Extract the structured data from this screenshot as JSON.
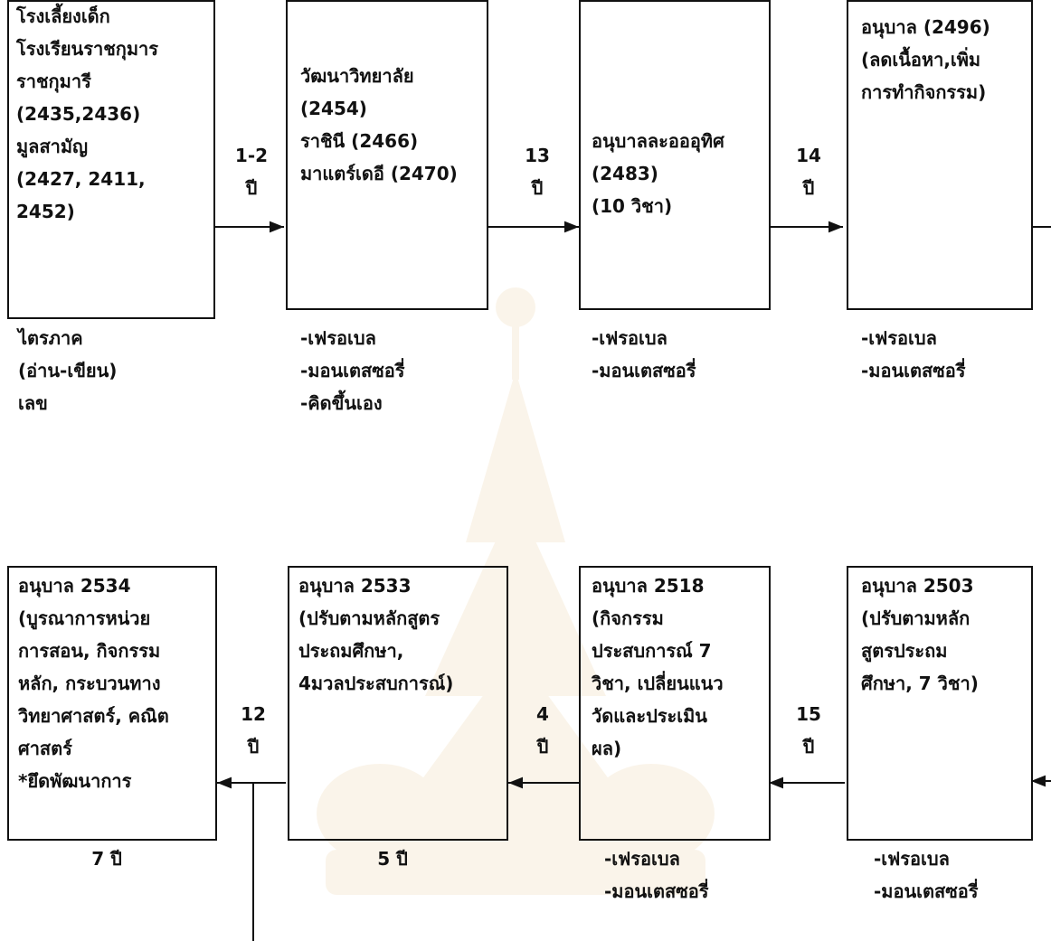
{
  "row1": {
    "box1": {
      "lines": [
        "โรงเลี้ยงเด็ก",
        "โรงเรียนราชกุมาร",
        "ราชกุมารี",
        "(2435,2436)",
        "มูลสามัญ",
        "(2427, 2411,",
        "2452)"
      ],
      "notes": [
        "ไตรภาค",
        "(อ่าน-เขียน)",
        "เลข"
      ]
    },
    "box2": {
      "lines": [
        "วัฒนาวิทยาลัย",
        "(2454)",
        "ราชินี (2466)",
        "มาแตร์เดอี (2470)"
      ],
      "notes": [
        "-เฟรอเบล",
        "-มอนเตสซอรี่",
        "-คิดขึ้นเอง"
      ]
    },
    "box3": {
      "lines": [
        "อนุบาลละอออุทิศ",
        "(2483)",
        "(10 วิชา)"
      ],
      "notes": [
        "-เฟรอเบล",
        "-มอนเตสซอรี่"
      ]
    },
    "box4": {
      "lines": [
        "อนุบาล (2496)",
        "(ลดเนื้อหา,เพิ่ม",
        "การทำกิจกรรม)"
      ],
      "notes": [
        "-เฟรอเบล",
        "-มอนเตสซอรี่"
      ]
    },
    "gap1": [
      "1-2",
      "ปี"
    ],
    "gap2": [
      "13",
      "ปี"
    ],
    "gap3": [
      "14",
      "ปี"
    ]
  },
  "row2": {
    "box5": {
      "lines": [
        "อนุบาล 2503",
        "(ปรับตามหลัก",
        "สูตรประถม",
        "ศึกษา, 7 วิชา)"
      ],
      "notes": [
        "-เฟรอเบล",
        "-มอนเตสซอรี่"
      ]
    },
    "box6": {
      "lines": [
        "อนุบาล 2518",
        "(กิจกรรม",
        "ประสบการณ์ 7",
        "วิชา, เปลี่ยนแนว",
        "วัดและประเมิน",
        "ผล)"
      ],
      "notes": [
        "-เฟรอเบล",
        "-มอนเตสซอรี่"
      ]
    },
    "box7": {
      "lines": [
        "อนุบาล 2533",
        "(ปรับตามหลักสูตร",
        "ประถมศึกษา,",
        "4มวลประสบการณ์)"
      ],
      "notes": [
        "5 ปี"
      ]
    },
    "box8": {
      "lines": [
        "อนุบาล 2534",
        "(บูรณาการหน่วย",
        "การสอน, กิจกรรม",
        "หลัก, กระบวนทาง",
        "วิทยาศาสตร์, คณิต",
        "ศาสตร์",
        "*ยึดพัฒนาการ"
      ],
      "notes": [
        "7 ปี"
      ]
    },
    "gap4": [
      "15",
      "ปี"
    ],
    "gap5": [
      "4",
      "ปี"
    ],
    "gap6": [
      "12",
      "ปี"
    ]
  },
  "colors": {
    "line": "#111111",
    "watermark": "#d9a040"
  }
}
